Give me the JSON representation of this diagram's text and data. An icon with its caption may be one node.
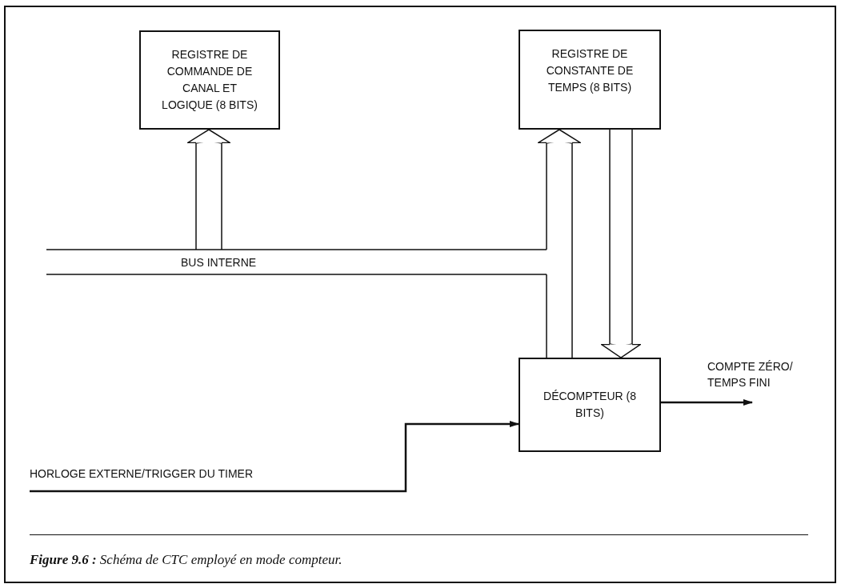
{
  "diagram": {
    "caption": "**Figure 9.6 :** Schéma de CTC employé en mode compteur.",
    "nodes": [
      {
        "text": [
          "REGISTRE DE COMMANDE DE CANAL ET LOGIQUE (8 BITS)"
        ]
      },
      {
        "text": [
          "REGISTRE DE CONSTANTE DE TEMPS (8 BITS)"
        ]
      },
      {
        "text": [
          "DÉCOMPTEUR (8 BITS)"
        ]
      },
      {
        "text": [
          "BUS INTERNE"
        ]
      },
      {
        "text": [
          "HORLOGE EXTERNE/TRIGGER DU TIMER"
        ]
      },
      {
        "text": [
          "COMPTE ZÉRO/ TEMPS FINI"
        ]
      }
    ],
    "edges": [
      {
        "from": 3,
        "to": 0,
        "arrow": "to"
      },
      {
        "from": 3,
        "to": 1,
        "arrow": "to"
      },
      {
        "from": 3,
        "to": 2,
        "arrow": "none"
      },
      {
        "from": 1,
        "to": 2,
        "arrow": "to"
      },
      {
        "from": 4,
        "to": 2,
        "arrow": "to"
      },
      {
        "from": 2,
        "to": 5,
        "arrow": "to"
      }
    ]
  }
}
